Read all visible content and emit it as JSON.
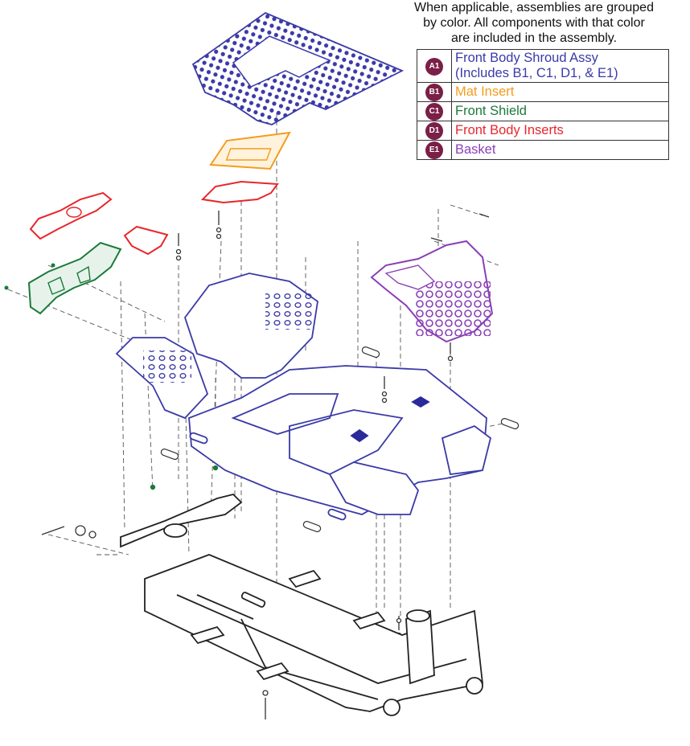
{
  "note_lines": [
    "When applicable, assemblies are grouped",
    "by color. All components with that color",
    "are included in the assembly."
  ],
  "legend": [
    {
      "code": "A1",
      "lines": [
        "Front Body Shroud Assy",
        "(Includes B1, C1, D1, & E1)"
      ],
      "color": "#3a3aa8"
    },
    {
      "code": "B1",
      "lines": [
        "Mat Insert"
      ],
      "color": "#f39c1e"
    },
    {
      "code": "C1",
      "lines": [
        "Front Shield"
      ],
      "color": "#1a7a3a"
    },
    {
      "code": "D1",
      "lines": [
        "Front Body Inserts"
      ],
      "color": "#e8262b"
    },
    {
      "code": "E1",
      "lines": [
        "Basket"
      ],
      "color": "#8a3fb5"
    }
  ],
  "colors": {
    "shroud": "#3a3aa8",
    "mat_insert": "#f39c1e",
    "front_shield": "#1a7a3a",
    "front_body_inserts": "#e8262b",
    "basket": "#8a3fb5",
    "frame": "#222222",
    "badge": "#7a1f47"
  }
}
